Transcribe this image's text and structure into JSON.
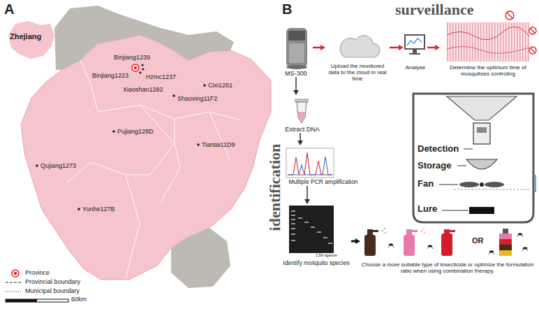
{
  "diagram": {
    "nodes": [
      {
        "text": [
          "MS-300"
        ]
      },
      {
        "text": [
          "Upload the monitored data to the cloud in real time"
        ]
      },
      {
        "text": [
          "Analyse"
        ]
      },
      {
        "text": [
          "Determine the optimum time of mosquitoes controling"
        ]
      },
      {
        "text": [
          "Extract DNA"
        ]
      },
      {
        "text": [
          "Multiple PCR amplification"
        ]
      },
      {
        "text": [
          "Identify mosquito species"
        ]
      },
      {
        "text": [
          "Choose a more suitable type of insecticide or optimize the formulation ratio when using combination therapy."
        ]
      }
    ],
    "edges": [
      {
        "from": 0,
        "to": 1,
        "arrow": "to"
      },
      {
        "from": 1,
        "to": 2,
        "arrow": "to"
      },
      {
        "from": 2,
        "to": 3,
        "arrow": "to"
      },
      {
        "from": 0,
        "to": 4,
        "arrow": "to"
      },
      {
        "from": 4,
        "to": 5,
        "arrow": "to"
      },
      {
        "from": 5,
        "to": 6,
        "arrow": "to"
      },
      {
        "from": 6,
        "to": 7,
        "arrow": "to"
      }
    ],
    "labels": [
      "A",
      "Zhejiang",
      "Binjiang1239",
      "Binjiang1223",
      "Hzmc1237",
      "Xiaoshan1282",
      "Cixi1261",
      "Shaoxing11F2",
      "Pujiang128D",
      "Tiantai11D9",
      "Qujiang1273",
      "Yunhe127B",
      "60km",
      "B",
      "surveillance",
      "identification",
      "Detection",
      "Storage",
      "Fan",
      "Lure",
      "1.5% agarose",
      "OR"
    ],
    "legend": [
      {
        "text": "Province"
      },
      {
        "text": "Provincial boundary"
      },
      {
        "text": "Municipal boundary"
      }
    ]
  }
}
